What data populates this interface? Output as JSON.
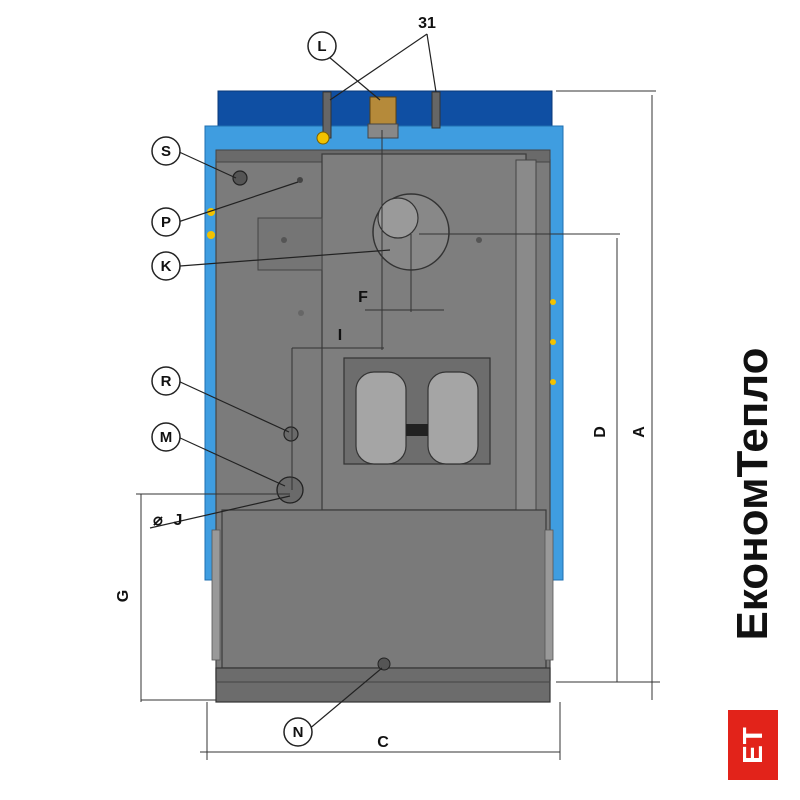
{
  "colors": {
    "body_blue": "#3f9de0",
    "top_blue": "#0f4fa3",
    "panel_grey": "#7a7a7a",
    "accent_yellow": "#f2c200",
    "logo_red": "#e2231a"
  },
  "labels": {
    "L": "L",
    "S": "S",
    "P": "P",
    "K": "K",
    "R": "R",
    "M": "M",
    "N": "N",
    "num31": "31",
    "F": "F",
    "I": "I",
    "J": "J",
    "G": "G",
    "C": "C",
    "D": "D",
    "A": "A"
  },
  "brand": {
    "logo": "ЕТ",
    "name": "ЕкономТепло"
  }
}
